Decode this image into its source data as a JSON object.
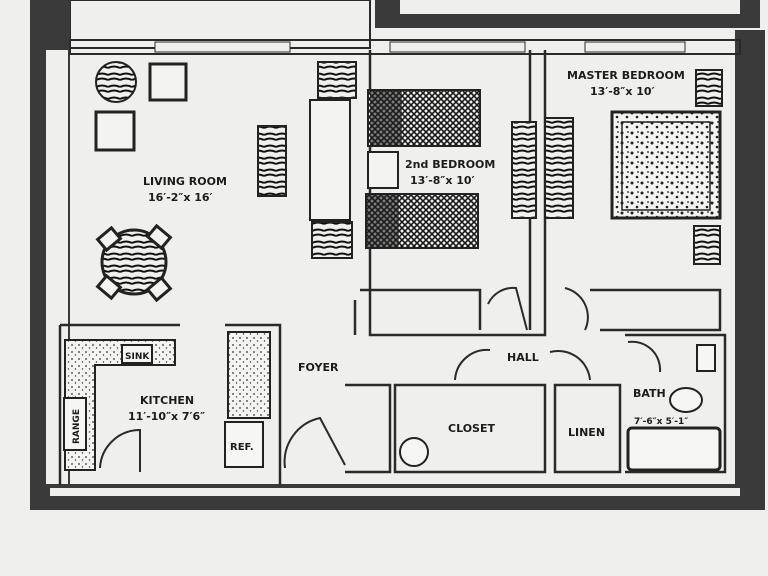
{
  "rooms": {
    "living": {
      "name": "LIVING ROOM",
      "size": "16′-2″x 16′"
    },
    "second_bedroom": {
      "name": "2nd BEDROOM",
      "size": "13′-8″x 10′"
    },
    "master_bedroom": {
      "name": "MASTER BEDROOM",
      "size": "13′-8″x 10′"
    },
    "kitchen": {
      "name": "KITCHEN",
      "size": "11′-10″x 7′6″"
    },
    "foyer": {
      "name": "FOYER"
    },
    "hall": {
      "name": "HALL"
    },
    "closet": {
      "name": "CLOSET"
    },
    "linen": {
      "name": "LINEN"
    },
    "bath": {
      "name": "BATH",
      "size": "7′-6″x 5′-1″"
    }
  },
  "fixtures": {
    "sink": "SINK",
    "range": "RANGE",
    "refrigerator": "REF."
  },
  "colors": {
    "paper": "#efefed",
    "ink": "#2a2a2a",
    "wall": "#3a3a3a"
  }
}
